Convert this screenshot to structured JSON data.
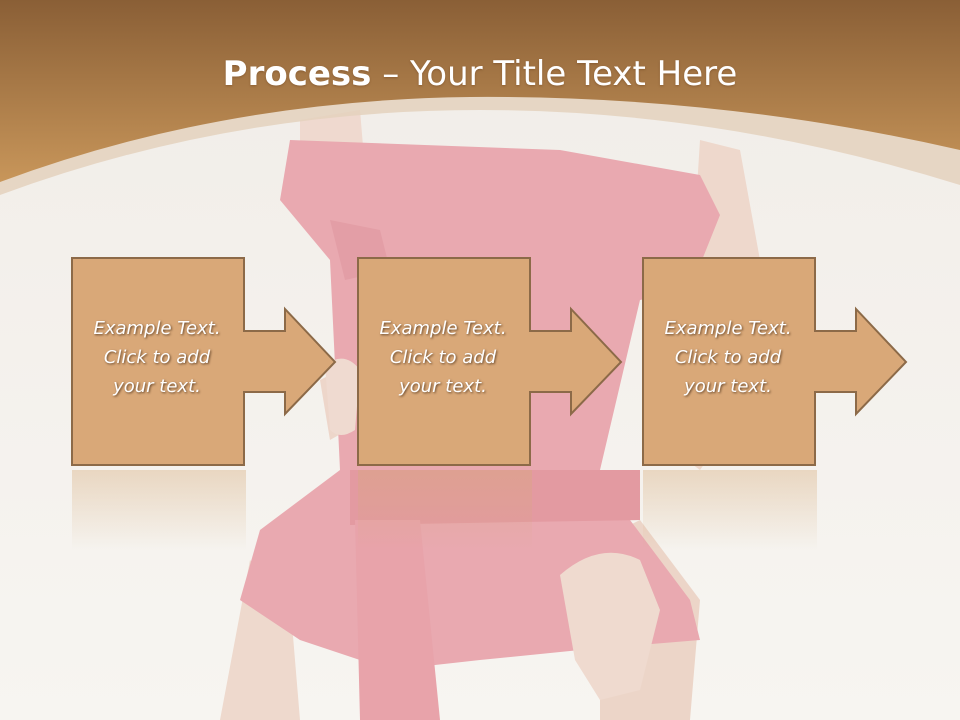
{
  "title": {
    "bold": "Process",
    "separator": " – ",
    "rest": "Your Title Text Here"
  },
  "steps": [
    {
      "line1": "Example Text.",
      "line2": "Click  to add",
      "line3": "your text."
    },
    {
      "line1": "Example Text.",
      "line2": "Click  to add",
      "line3": "your text."
    },
    {
      "line1": "Example Text.",
      "line2": "Click  to add",
      "line3": "your text."
    }
  ],
  "colors": {
    "header_top": "#8a5f36",
    "header_bottom": "#c8965a",
    "box_fill": "#d9a878",
    "box_border": "#8c6a48",
    "background": "#f4f1ec"
  }
}
